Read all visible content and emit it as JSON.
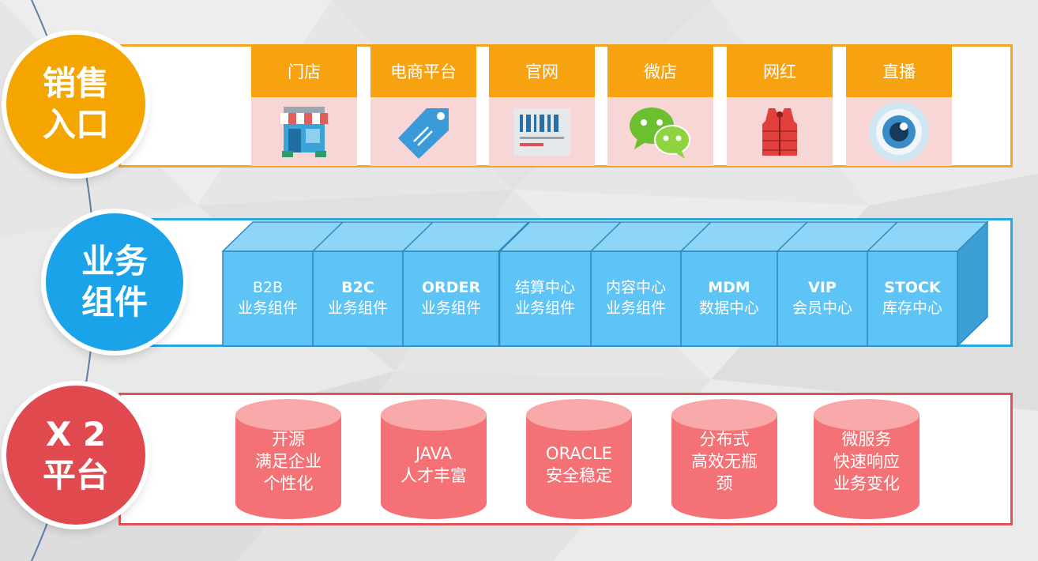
{
  "sections": {
    "sales": {
      "line1": "销售",
      "line2": "入口",
      "color": "#f5a500"
    },
    "business": {
      "line1": "业务",
      "line2": "组件",
      "color": "#1aa3e8"
    },
    "platform": {
      "line1": "X 2",
      "line2": "平台",
      "color": "#e04a4f"
    }
  },
  "channels": [
    {
      "label": "门店",
      "icon": "store-icon"
    },
    {
      "label": "电商平台",
      "icon": "price-tag-icon"
    },
    {
      "label": "官网",
      "icon": "barcode-icon"
    },
    {
      "label": "微店",
      "icon": "wechat-icon"
    },
    {
      "label": "网红",
      "icon": "vest-icon"
    },
    {
      "label": "直播",
      "icon": "eye-camera-icon"
    }
  ],
  "components": [
    {
      "line1": "B2B",
      "line2": "业务组件"
    },
    {
      "line1": "B2C",
      "line2": "业务组件"
    },
    {
      "line1": "ORDER",
      "line2": "业务组件"
    },
    {
      "line1": "结算中心",
      "line2": "业务组件"
    },
    {
      "line1": "内容中心",
      "line2": "业务组件"
    },
    {
      "line1": "MDM",
      "line2": "数据中心"
    },
    {
      "line1": "VIP",
      "line2": "会员中心"
    },
    {
      "line1": "STOCK",
      "line2": "库存中心"
    }
  ],
  "platforms": [
    {
      "lines": [
        "开源",
        "满足企业",
        "个性化"
      ]
    },
    {
      "lines": [
        "JAVA",
        "人才丰富"
      ]
    },
    {
      "lines": [
        "ORACLE",
        "安全稳定"
      ]
    },
    {
      "lines": [
        "分布式",
        "高效无瓶",
        "颈"
      ]
    },
    {
      "lines": [
        "微服务",
        "快速响应",
        "业务变化"
      ]
    }
  ],
  "colors": {
    "orange": "#f7a311",
    "blue_front": "#5ec4f5",
    "blue_top": "#8dd6f8",
    "blue_side": "#3c9fd4",
    "red_cyl": "#f47275",
    "red_top": "#f9a9aa"
  }
}
